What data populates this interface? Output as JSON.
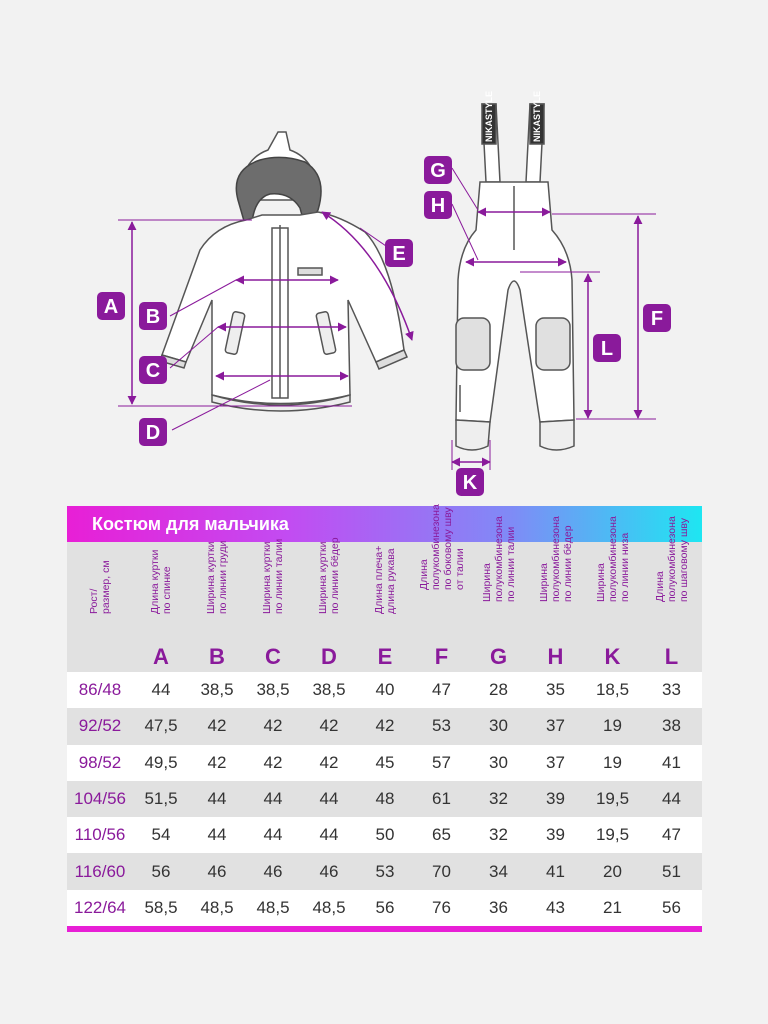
{
  "diagram": {
    "labels": [
      "A",
      "B",
      "C",
      "D",
      "E",
      "G",
      "H",
      "F",
      "L",
      "K"
    ],
    "suspender_text": "NIKASTYLE"
  },
  "accent_color": "#8a1a9b",
  "table": {
    "title": "Костюм для мальчика",
    "columns": [
      {
        "desc": "Рост/\nразмер, см",
        "letter": ""
      },
      {
        "desc": "Длина куртки\nпо спинке",
        "letter": "A"
      },
      {
        "desc": "Ширина куртки\nпо линии груди",
        "letter": "B"
      },
      {
        "desc": "Ширина куртки\nпо линии талии",
        "letter": "C"
      },
      {
        "desc": "Ширина куртки\nпо линии бёдер",
        "letter": "D"
      },
      {
        "desc": "Длина плеча+\nдлина рукава",
        "letter": "E"
      },
      {
        "desc": "Длина\nполукомбинезона\nпо боковому шву\nот талии",
        "letter": "F"
      },
      {
        "desc": "Ширина\nполукомбинезона\nпо линии талии",
        "letter": "G"
      },
      {
        "desc": "Ширина\nполукомбинезона\nпо линии бёдер",
        "letter": "H"
      },
      {
        "desc": "Ширина\nполукомбинезона\nпо линии низа",
        "letter": "K"
      },
      {
        "desc": "Длина\nполукомбинезона\nпо шаговому шву",
        "letter": "L"
      }
    ],
    "rows": [
      [
        "86/48",
        "44",
        "38,5",
        "38,5",
        "38,5",
        "40",
        "47",
        "28",
        "35",
        "18,5",
        "33"
      ],
      [
        "92/52",
        "47,5",
        "42",
        "42",
        "42",
        "42",
        "53",
        "30",
        "37",
        "19",
        "38"
      ],
      [
        "98/52",
        "49,5",
        "42",
        "42",
        "42",
        "45",
        "57",
        "30",
        "37",
        "19",
        "41"
      ],
      [
        "104/56",
        "51,5",
        "44",
        "44",
        "44",
        "48",
        "61",
        "32",
        "39",
        "19,5",
        "44"
      ],
      [
        "110/56",
        "54",
        "44",
        "44",
        "44",
        "50",
        "65",
        "32",
        "39",
        "19,5",
        "47"
      ],
      [
        "116/60",
        "56",
        "46",
        "46",
        "46",
        "53",
        "70",
        "34",
        "41",
        "20",
        "51"
      ],
      [
        "122/64",
        "58,5",
        "48,5",
        "48,5",
        "48,5",
        "56",
        "76",
        "36",
        "43",
        "21",
        "56"
      ]
    ]
  }
}
